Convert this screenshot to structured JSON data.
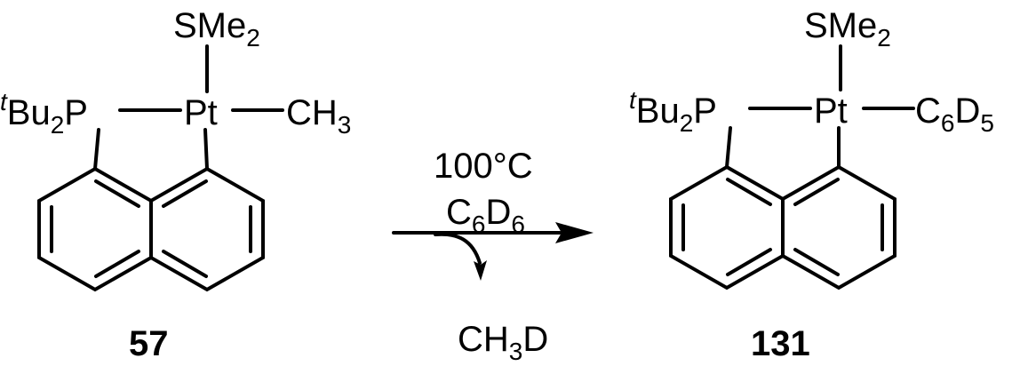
{
  "reactant": {
    "ligand_top": {
      "main": "SMe",
      "sub": "2"
    },
    "phosphine": {
      "sup": "t",
      "bu": "Bu",
      "sub": "2",
      "p": "P"
    },
    "metal": "Pt",
    "methyl": {
      "main": "CH",
      "sub": "3"
    },
    "label": "57"
  },
  "conditions": {
    "temperature": "100°C",
    "solvent": {
      "c": "C",
      "c_sub": "6",
      "d": "D",
      "d_sub": "6"
    },
    "byproduct": {
      "ch": "CH",
      "sub": "3",
      "d": "D"
    }
  },
  "product": {
    "ligand_top": {
      "main": "SMe",
      "sub": "2"
    },
    "phosphine": {
      "sup": "t",
      "bu": "Bu",
      "sub": "2",
      "p": "P"
    },
    "metal": "Pt",
    "aryl": {
      "c": "C",
      "c_sub": "6",
      "d": "D",
      "d_sub": "5"
    },
    "label": "131"
  }
}
